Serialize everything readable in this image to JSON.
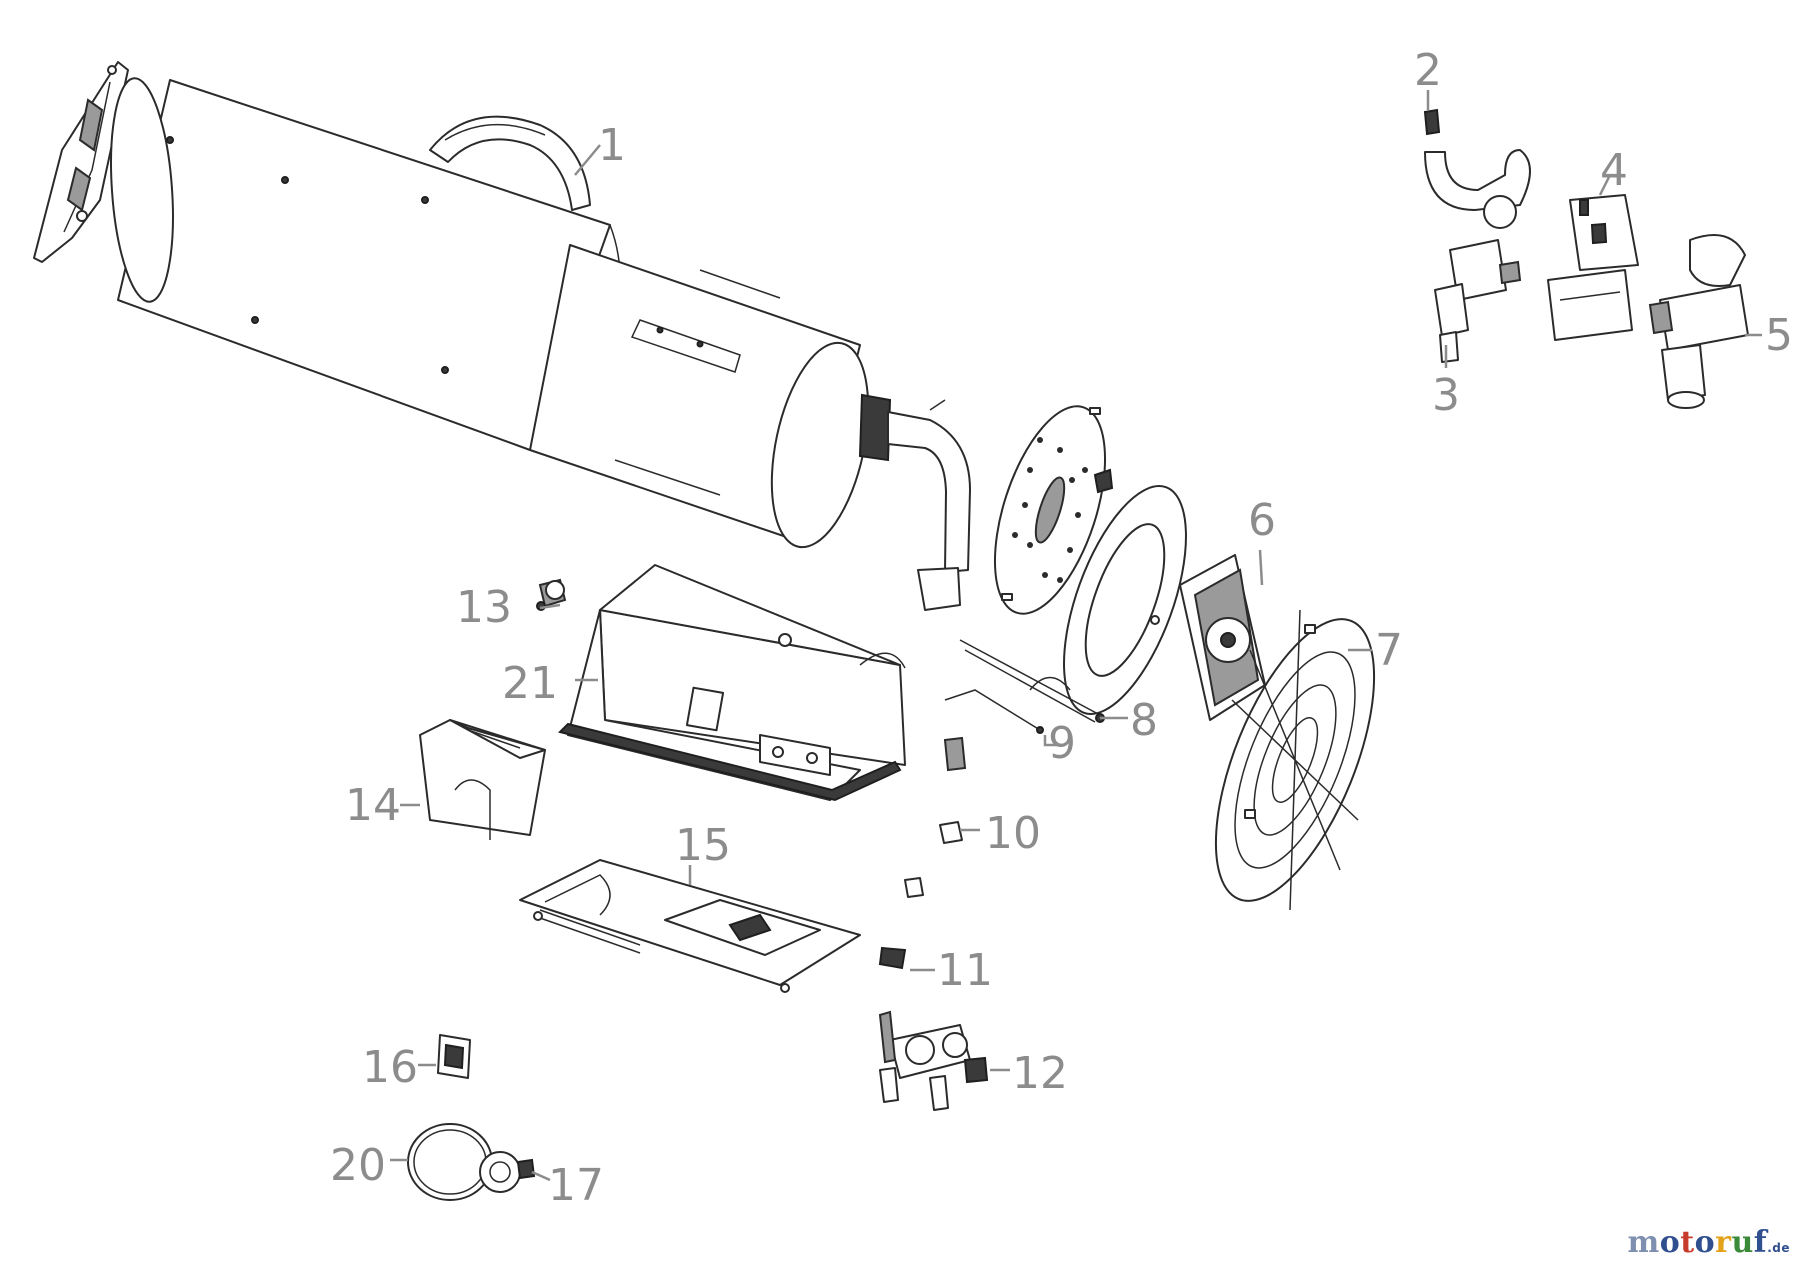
{
  "diagram": {
    "part_numbers": {
      "p1": "1",
      "p2": "2",
      "p3": "3",
      "p4": "4",
      "p5": "5",
      "p6": "6",
      "p7": "7",
      "p8": "8",
      "p9": "9",
      "p10": "10",
      "p11": "11",
      "p12": "12",
      "p13": "13",
      "p14": "14",
      "p15": "15",
      "p16": "16",
      "p17": "17",
      "p20": "20",
      "p21": "21"
    }
  },
  "watermark": {
    "letters": [
      "m",
      "o",
      "t",
      "o",
      "r",
      "u",
      "f"
    ],
    "suffix": ".de"
  }
}
